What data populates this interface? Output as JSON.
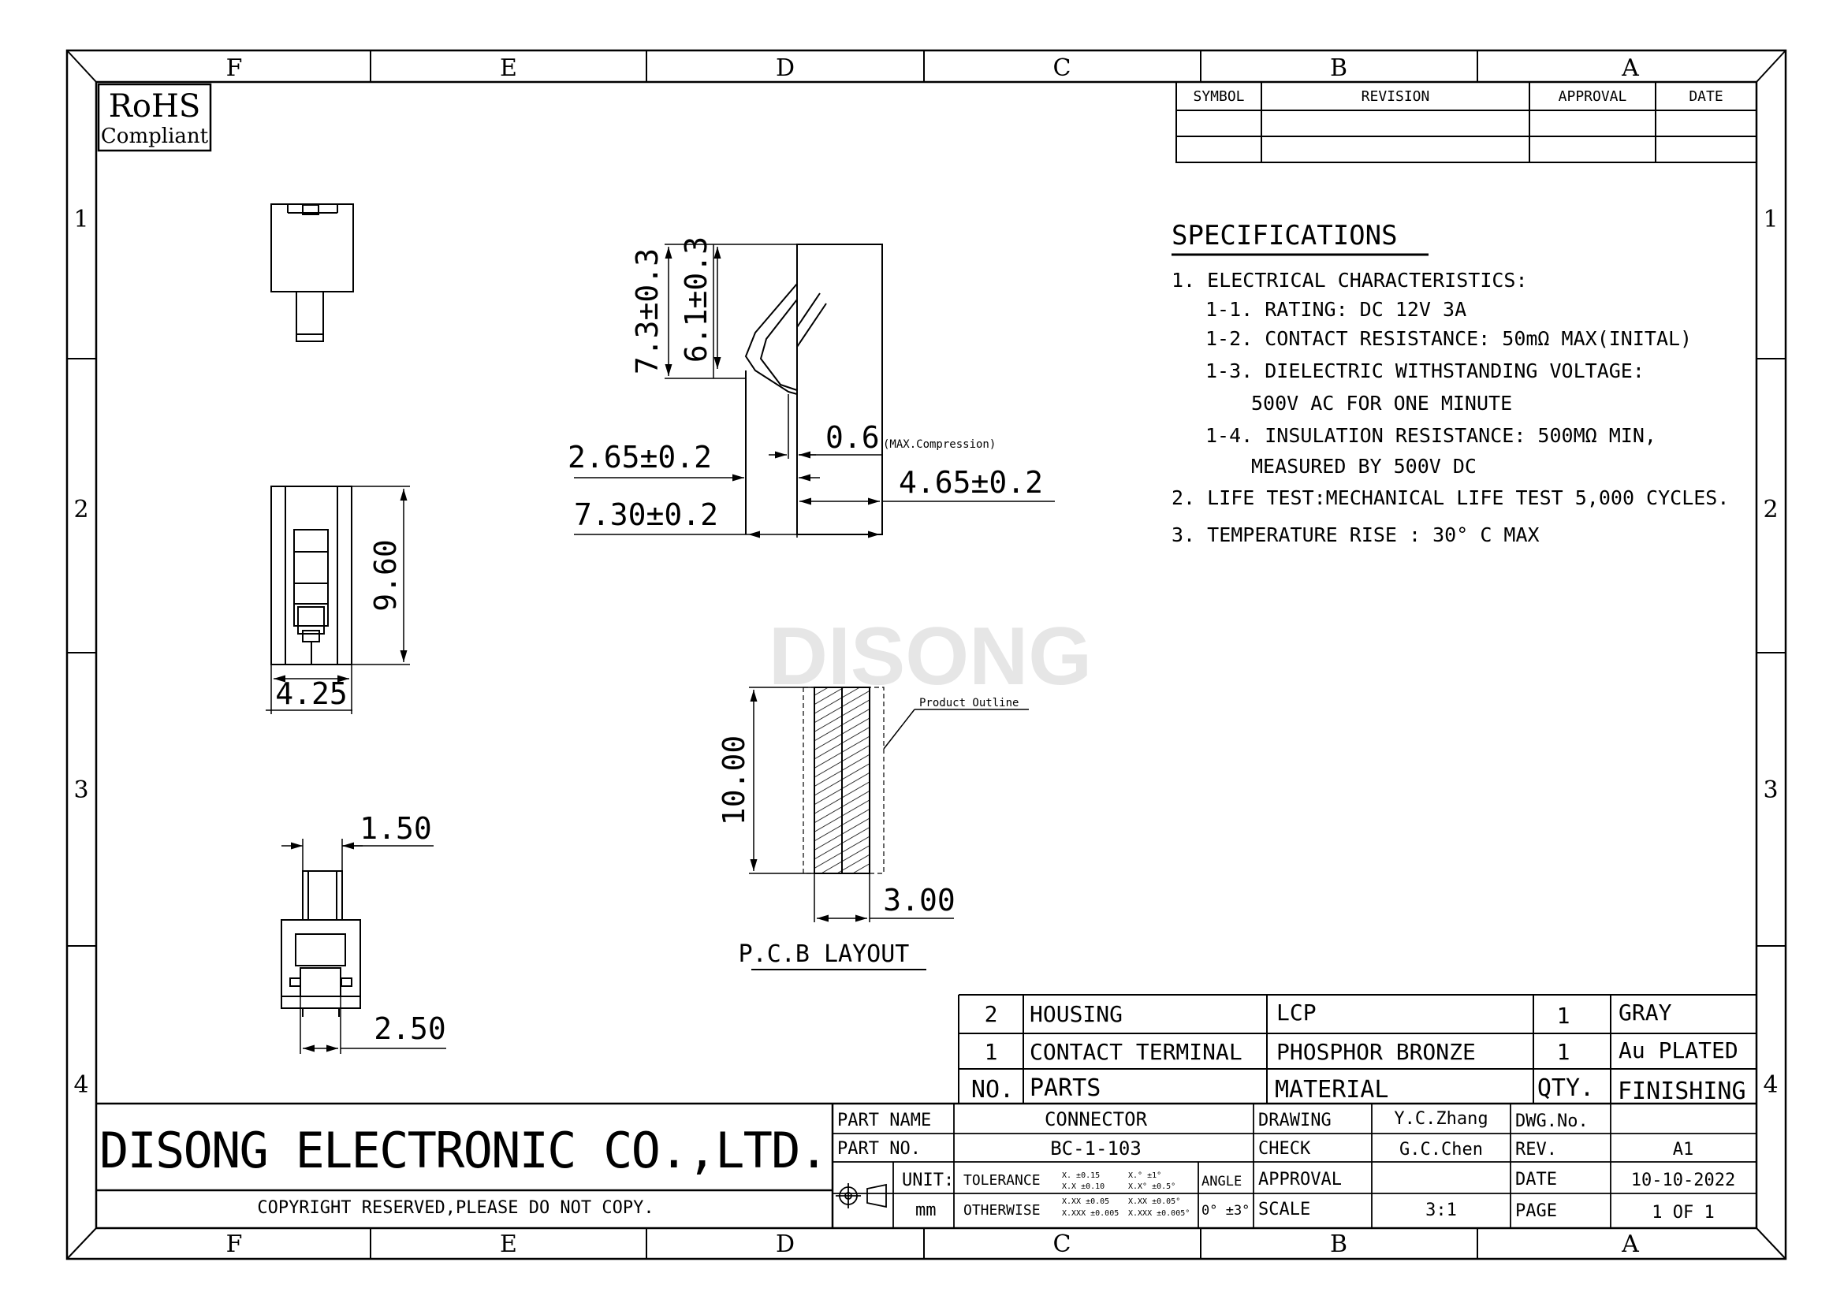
{
  "border": {
    "columns": [
      "F",
      "E",
      "D",
      "C",
      "B",
      "A"
    ],
    "rows": [
      "1",
      "2",
      "3",
      "4"
    ]
  },
  "rohs": {
    "line1": "RoHS",
    "line2": "Compliant"
  },
  "revision_table": {
    "headers": [
      "SYMBOL",
      "REVISION",
      "APPROVAL",
      "DATE"
    ]
  },
  "watermark": "DISONG",
  "specifications": {
    "title": "SPECIFICATIONS",
    "lines": [
      "1. ELECTRICAL CHARACTERISTICS:",
      "1-1. RATING: DC 12V 3A",
      "1-2. CONTACT RESISTANCE: 50mΩ  MAX(INITAL)",
      "1-3. DIELECTRIC WITHSTANDING VOLTAGE:",
      "500V AC FOR ONE MINUTE",
      "1-4. INSULATION RESISTANCE: 500MΩ  MIN,",
      "MEASURED BY 500V DC",
      "2. LIFE TEST:MECHANICAL LIFE TEST 5,000 CYCLES.",
      "3. TEMPERATURE RISE : 30° C MAX"
    ]
  },
  "dimensions": {
    "h_7_3": "7.3±0.3",
    "h_6_1": "6.1±0.3",
    "compress": "0.6",
    "compress_note": "(MAX.Compression)",
    "w_2_65": "2.65±0.2",
    "w_4_65": "4.65±0.2",
    "w_7_30": "7.30±0.2",
    "h_9_60": "9.60",
    "w_4_25": "4.25",
    "w_1_50": "1.50",
    "w_2_50": "2.50",
    "pcb_h": "10.00",
    "pcb_w": "3.00",
    "pcb_note": "Product Outline",
    "pcb_title": "P.C.B LAYOUT"
  },
  "bom": {
    "rows": [
      {
        "no": "2",
        "part": "HOUSING",
        "material": "LCP",
        "qty": "1",
        "finishing": "GRAY"
      },
      {
        "no": "1",
        "part": "CONTACT TERMINAL",
        "material": "PHOSPHOR BRONZE",
        "qty": "1",
        "finishing": "Au PLATED"
      }
    ],
    "header": {
      "no": "NO.",
      "part": "PARTS",
      "material": "MATERIAL",
      "qty": "QTY.",
      "finishing": "FINISHING"
    }
  },
  "title_block": {
    "company": "DISONG ELECTRONIC CO.,LTD.",
    "copyright": "COPYRIGHT RESERVED,PLEASE DO NOT COPY.",
    "part_name_label": "PART NAME",
    "part_name": "CONNECTOR",
    "part_no_label": "PART NO.",
    "part_no": "BC-1-103",
    "unit_label": "UNIT:",
    "unit": "mm",
    "tolerance_label": "TOLERANCE",
    "otherwise_label": "OTHERWISE",
    "tol_1a": "X.  ±0.15",
    "tol_1b": "X.°  ±1°",
    "tol_2a": "X.X  ±0.10",
    "tol_2b": "X.X° ±0.5°",
    "tol_3a": "X.XX ±0.05",
    "tol_3b": "X.XX ±0.05°",
    "tol_4a": "X.XXX ±0.005",
    "tol_4b": "X.XXX ±0.005°",
    "angle_label": "ANGLE",
    "angle_value": "0° ±3°",
    "drawing_label": "DRAWING",
    "drawing": "Y.C.Zhang",
    "check_label": "CHECK",
    "check": "G.C.Chen",
    "approval_label": "APPROVAL",
    "approval": "",
    "scale_label": "SCALE",
    "scale": "3:1",
    "dwg_no_label": "DWG.No.",
    "dwg_no": "",
    "rev_label": "REV.",
    "rev": "A1",
    "date_label": "DATE",
    "date": "10-10-2022",
    "page_label": "PAGE",
    "page": "1 OF 1"
  },
  "colors": {
    "line": "#000000",
    "watermark": "#e6e6e6",
    "background": "#ffffff"
  }
}
